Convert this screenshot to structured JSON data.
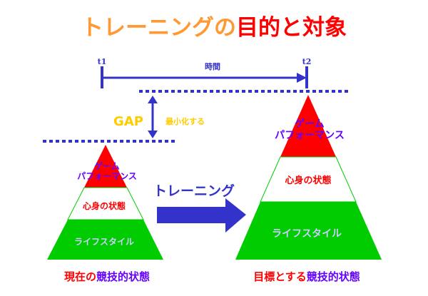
{
  "title": {
    "part1": "トレーニングの",
    "part2": "目的と対象"
  },
  "timeline": {
    "start": "t1",
    "end": "t2",
    "label": "時間"
  },
  "gap": {
    "label": "GAP",
    "action": "最小化する"
  },
  "training_label": "トレーニング",
  "pyramid_levels": {
    "top_line1": "ゲーム",
    "top_line2": "パフォーマンス",
    "middle": "心身の状態",
    "bottom": "ライフスタイル"
  },
  "current_state": {
    "part1": "現在の",
    "part2": "競技的状態"
  },
  "target_state": {
    "part1": "目標とする",
    "part2": "競技的状態"
  },
  "colors": {
    "orange": "#ff9933",
    "red": "#ff0000",
    "blue": "#3333cc",
    "purple": "#6600ff",
    "green": "#00cc00",
    "yellow": "#ffcc00",
    "lavender": "#ccccff"
  }
}
